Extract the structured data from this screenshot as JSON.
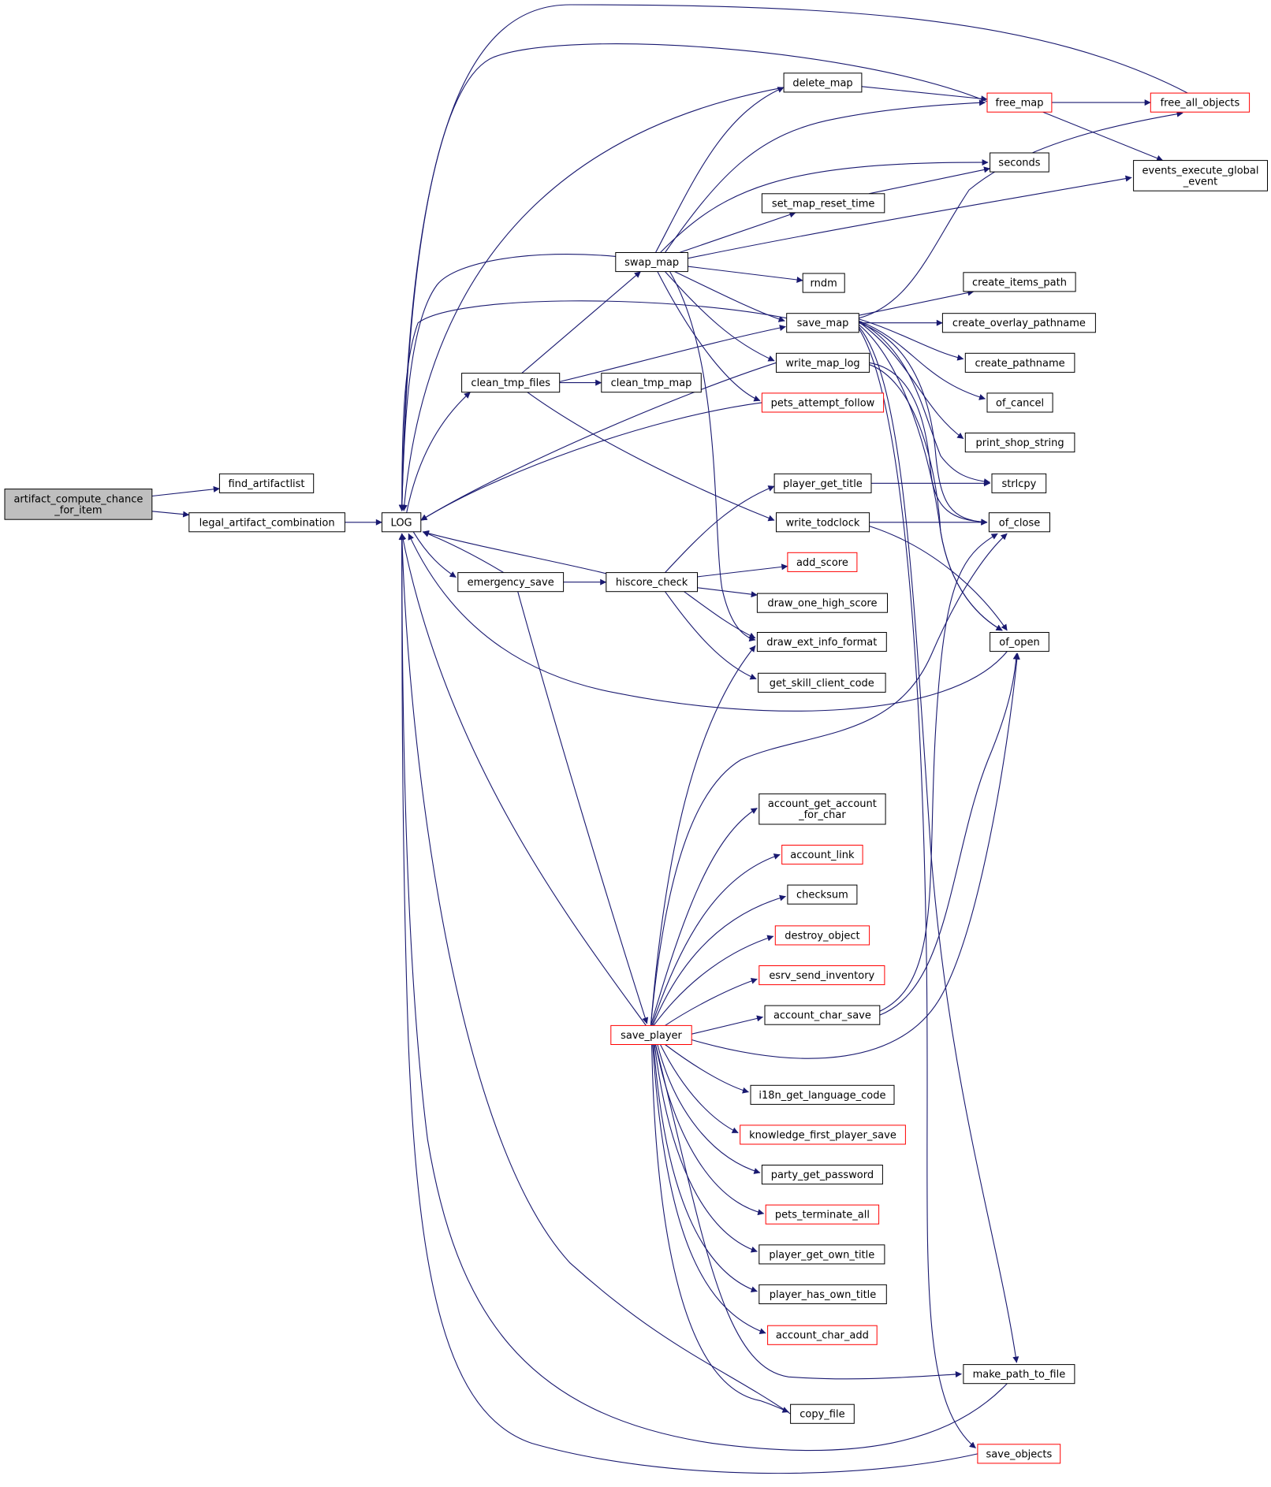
{
  "colors": {
    "edge": "#191970",
    "node_border": "#000000",
    "node_border_ref": "#ff0000",
    "root_fill": "#bfbfbf",
    "node_fill": "#ffffff"
  },
  "graph": {
    "root": "artifact_compute_chance_for_item",
    "nodes": [
      {
        "id": "artifact_compute_chance_for_item",
        "lines": [
          "artifact_compute_chance",
          "_for_item"
        ],
        "style": "root"
      },
      {
        "id": "find_artifactlist",
        "lines": [
          "find_artifactlist"
        ],
        "style": "normal"
      },
      {
        "id": "legal_artifact_combination",
        "lines": [
          "legal_artifact_combination"
        ],
        "style": "normal"
      },
      {
        "id": "LOG",
        "lines": [
          "LOG"
        ],
        "style": "normal"
      },
      {
        "id": "clean_tmp_files",
        "lines": [
          "clean_tmp_files"
        ],
        "style": "normal"
      },
      {
        "id": "emergency_save",
        "lines": [
          "emergency_save"
        ],
        "style": "normal"
      },
      {
        "id": "swap_map",
        "lines": [
          "swap_map"
        ],
        "style": "normal"
      },
      {
        "id": "clean_tmp_map",
        "lines": [
          "clean_tmp_map"
        ],
        "style": "normal"
      },
      {
        "id": "hiscore_check",
        "lines": [
          "hiscore_check"
        ],
        "style": "normal"
      },
      {
        "id": "save_player",
        "lines": [
          "save_player"
        ],
        "style": "red"
      },
      {
        "id": "delete_map",
        "lines": [
          "delete_map"
        ],
        "style": "normal"
      },
      {
        "id": "set_map_reset_time",
        "lines": [
          "set_map_reset_time"
        ],
        "style": "normal"
      },
      {
        "id": "rndm",
        "lines": [
          "rndm"
        ],
        "style": "normal"
      },
      {
        "id": "save_map",
        "lines": [
          "save_map"
        ],
        "style": "normal"
      },
      {
        "id": "write_map_log",
        "lines": [
          "write_map_log"
        ],
        "style": "normal"
      },
      {
        "id": "pets_attempt_follow",
        "lines": [
          "pets_attempt_follow"
        ],
        "style": "red"
      },
      {
        "id": "player_get_title",
        "lines": [
          "player_get_title"
        ],
        "style": "normal"
      },
      {
        "id": "write_todclock",
        "lines": [
          "write_todclock"
        ],
        "style": "normal"
      },
      {
        "id": "add_score",
        "lines": [
          "add_score"
        ],
        "style": "red"
      },
      {
        "id": "draw_one_high_score",
        "lines": [
          "draw_one_high_score"
        ],
        "style": "normal"
      },
      {
        "id": "draw_ext_info_format",
        "lines": [
          "draw_ext_info_format"
        ],
        "style": "normal"
      },
      {
        "id": "get_skill_client_code",
        "lines": [
          "get_skill_client_code"
        ],
        "style": "normal"
      },
      {
        "id": "account_get_account_for_char",
        "lines": [
          "account_get_account",
          "_for_char"
        ],
        "style": "normal"
      },
      {
        "id": "account_link",
        "lines": [
          "account_link"
        ],
        "style": "red"
      },
      {
        "id": "checksum",
        "lines": [
          "checksum"
        ],
        "style": "normal"
      },
      {
        "id": "destroy_object",
        "lines": [
          "destroy_object"
        ],
        "style": "red"
      },
      {
        "id": "esrv_send_inventory",
        "lines": [
          "esrv_send_inventory"
        ],
        "style": "red"
      },
      {
        "id": "account_char_save",
        "lines": [
          "account_char_save"
        ],
        "style": "normal"
      },
      {
        "id": "i18n_get_language_code",
        "lines": [
          "i18n_get_language_code"
        ],
        "style": "normal"
      },
      {
        "id": "knowledge_first_player_save",
        "lines": [
          "knowledge_first_player_save"
        ],
        "style": "red"
      },
      {
        "id": "party_get_password",
        "lines": [
          "party_get_password"
        ],
        "style": "normal"
      },
      {
        "id": "pets_terminate_all",
        "lines": [
          "pets_terminate_all"
        ],
        "style": "red"
      },
      {
        "id": "player_get_own_title",
        "lines": [
          "player_get_own_title"
        ],
        "style": "normal"
      },
      {
        "id": "player_has_own_title",
        "lines": [
          "player_has_own_title"
        ],
        "style": "normal"
      },
      {
        "id": "account_char_add",
        "lines": [
          "account_char_add"
        ],
        "style": "red"
      },
      {
        "id": "copy_file",
        "lines": [
          "copy_file"
        ],
        "style": "normal"
      },
      {
        "id": "free_map",
        "lines": [
          "free_map"
        ],
        "style": "red"
      },
      {
        "id": "seconds",
        "lines": [
          "seconds"
        ],
        "style": "normal"
      },
      {
        "id": "create_items_path",
        "lines": [
          "create_items_path"
        ],
        "style": "normal"
      },
      {
        "id": "create_overlay_pathname",
        "lines": [
          "create_overlay_pathname"
        ],
        "style": "normal"
      },
      {
        "id": "create_pathname",
        "lines": [
          "create_pathname"
        ],
        "style": "normal"
      },
      {
        "id": "of_cancel",
        "lines": [
          "of_cancel"
        ],
        "style": "normal"
      },
      {
        "id": "print_shop_string",
        "lines": [
          "print_shop_string"
        ],
        "style": "normal"
      },
      {
        "id": "strlcpy",
        "lines": [
          "strlcpy"
        ],
        "style": "normal"
      },
      {
        "id": "of_close",
        "lines": [
          "of_close"
        ],
        "style": "normal"
      },
      {
        "id": "of_open",
        "lines": [
          "of_open"
        ],
        "style": "normal"
      },
      {
        "id": "make_path_to_file",
        "lines": [
          "make_path_to_file"
        ],
        "style": "normal"
      },
      {
        "id": "save_objects",
        "lines": [
          "save_objects"
        ],
        "style": "red"
      },
      {
        "id": "free_all_objects",
        "lines": [
          "free_all_objects"
        ],
        "style": "red"
      },
      {
        "id": "events_execute_global_event",
        "lines": [
          "events_execute_global",
          "_event"
        ],
        "style": "normal"
      }
    ],
    "edges": [
      [
        "artifact_compute_chance_for_item",
        "find_artifactlist"
      ],
      [
        "artifact_compute_chance_for_item",
        "legal_artifact_combination"
      ],
      [
        "legal_artifact_combination",
        "LOG"
      ],
      [
        "LOG",
        "clean_tmp_files"
      ],
      [
        "LOG",
        "emergency_save"
      ],
      [
        "clean_tmp_files",
        "swap_map"
      ],
      [
        "clean_tmp_files",
        "clean_tmp_map"
      ],
      [
        "clean_tmp_files",
        "save_map"
      ],
      [
        "clean_tmp_files",
        "write_todclock"
      ],
      [
        "swap_map",
        "LOG"
      ],
      [
        "swap_map",
        "delete_map"
      ],
      [
        "swap_map",
        "free_map"
      ],
      [
        "swap_map",
        "seconds"
      ],
      [
        "swap_map",
        "set_map_reset_time"
      ],
      [
        "swap_map",
        "events_execute_global_event"
      ],
      [
        "swap_map",
        "rndm"
      ],
      [
        "swap_map",
        "save_map"
      ],
      [
        "swap_map",
        "write_map_log"
      ],
      [
        "swap_map",
        "pets_attempt_follow"
      ],
      [
        "swap_map",
        "draw_ext_info_format"
      ],
      [
        "emergency_save",
        "hiscore_check"
      ],
      [
        "emergency_save",
        "save_player"
      ],
      [
        "emergency_save",
        "LOG"
      ],
      [
        "hiscore_check",
        "LOG"
      ],
      [
        "hiscore_check",
        "player_get_title"
      ],
      [
        "hiscore_check",
        "add_score"
      ],
      [
        "hiscore_check",
        "draw_one_high_score"
      ],
      [
        "hiscore_check",
        "draw_ext_info_format"
      ],
      [
        "hiscore_check",
        "get_skill_client_code"
      ],
      [
        "delete_map",
        "free_map"
      ],
      [
        "delete_map",
        "LOG"
      ],
      [
        "free_map",
        "free_all_objects"
      ],
      [
        "free_map",
        "events_execute_global_event"
      ],
      [
        "free_map",
        "LOG"
      ],
      [
        "free_all_objects",
        "LOG"
      ],
      [
        "set_map_reset_time",
        "seconds"
      ],
      [
        "save_map",
        "LOG"
      ],
      [
        "save_map",
        "free_all_objects"
      ],
      [
        "save_map",
        "create_items_path"
      ],
      [
        "save_map",
        "create_overlay_pathname"
      ],
      [
        "save_map",
        "create_pathname"
      ],
      [
        "save_map",
        "of_cancel"
      ],
      [
        "save_map",
        "print_shop_string"
      ],
      [
        "save_map",
        "strlcpy"
      ],
      [
        "save_map",
        "of_close"
      ],
      [
        "save_map",
        "of_open"
      ],
      [
        "save_map",
        "make_path_to_file"
      ],
      [
        "save_map",
        "save_objects"
      ],
      [
        "write_map_log",
        "of_close"
      ],
      [
        "write_map_log",
        "of_open"
      ],
      [
        "write_map_log",
        "LOG"
      ],
      [
        "pets_attempt_follow",
        "LOG"
      ],
      [
        "player_get_title",
        "strlcpy"
      ],
      [
        "write_todclock",
        "of_close"
      ],
      [
        "write_todclock",
        "of_open"
      ],
      [
        "of_open",
        "LOG"
      ],
      [
        "save_player",
        "LOG"
      ],
      [
        "save_player",
        "draw_ext_info_format"
      ],
      [
        "save_player",
        "of_close"
      ],
      [
        "save_player",
        "account_get_account_for_char"
      ],
      [
        "save_player",
        "account_link"
      ],
      [
        "save_player",
        "checksum"
      ],
      [
        "save_player",
        "destroy_object"
      ],
      [
        "save_player",
        "esrv_send_inventory"
      ],
      [
        "save_player",
        "account_char_save"
      ],
      [
        "save_player",
        "of_open"
      ],
      [
        "save_player",
        "i18n_get_language_code"
      ],
      [
        "save_player",
        "knowledge_first_player_save"
      ],
      [
        "save_player",
        "party_get_password"
      ],
      [
        "save_player",
        "pets_terminate_all"
      ],
      [
        "save_player",
        "player_get_own_title"
      ],
      [
        "save_player",
        "player_has_own_title"
      ],
      [
        "save_player",
        "account_char_add"
      ],
      [
        "save_player",
        "make_path_to_file"
      ],
      [
        "save_player",
        "copy_file"
      ],
      [
        "account_char_save",
        "of_close"
      ],
      [
        "account_char_save",
        "of_open"
      ],
      [
        "copy_file",
        "LOG"
      ],
      [
        "make_path_to_file",
        "LOG"
      ],
      [
        "save_objects",
        "LOG"
      ]
    ]
  }
}
